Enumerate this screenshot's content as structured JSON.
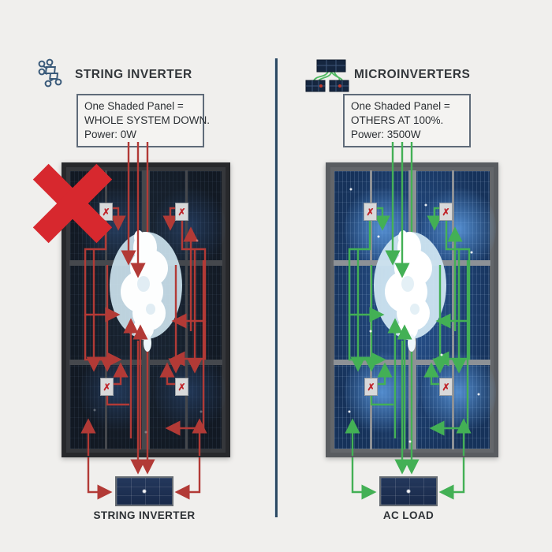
{
  "left": {
    "title": "STRING INVERTER",
    "info_box": {
      "line1": "One Shaded Panel =",
      "line2": "WHOLE SYSTEM DOWN.",
      "line3": "Power: 0W"
    },
    "bottom_device_label": "STRING INVERTER"
  },
  "right": {
    "title": "MICROINVERTERS",
    "info_box": {
      "line1": "One Shaded Panel =",
      "line2": "OTHERS AT 100%.",
      "line3": "Power: 3500W"
    },
    "bottom_device_label": "AC LOAD"
  },
  "marks": {
    "junction_x": "✗"
  },
  "colors": {
    "background": "#f0efed",
    "divider": "#2c4963",
    "string_arrow_red": "#b23a36",
    "micro_arrow_green": "#43b055",
    "fail_x_red": "#d7282e"
  }
}
